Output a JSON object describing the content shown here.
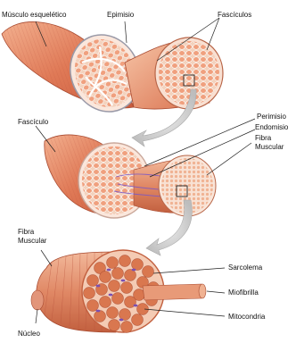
{
  "labels": {
    "skeletal_muscle": "Músculo esquelético",
    "epimysium": "Epimisio",
    "fascicles": "Fascículos",
    "fascicle": "Fascículo",
    "perimysium": "Perimisio",
    "endomysium": "Endomisio",
    "fiber_line1": "Fibra",
    "fiber_line2": "Muscular",
    "sarcolemma": "Sarcolema",
    "myofibril": "Miofibrilla",
    "mitochondria": "Mitocondria",
    "nucleus": "Núcleo"
  },
  "colors": {
    "muscle": "#e07a57",
    "fascicle_surface": "#f9e0d2",
    "mitochondria": "#7a4fb3",
    "endomysium_lines": "#7a57c6",
    "arrow": "#bdbdbd"
  }
}
